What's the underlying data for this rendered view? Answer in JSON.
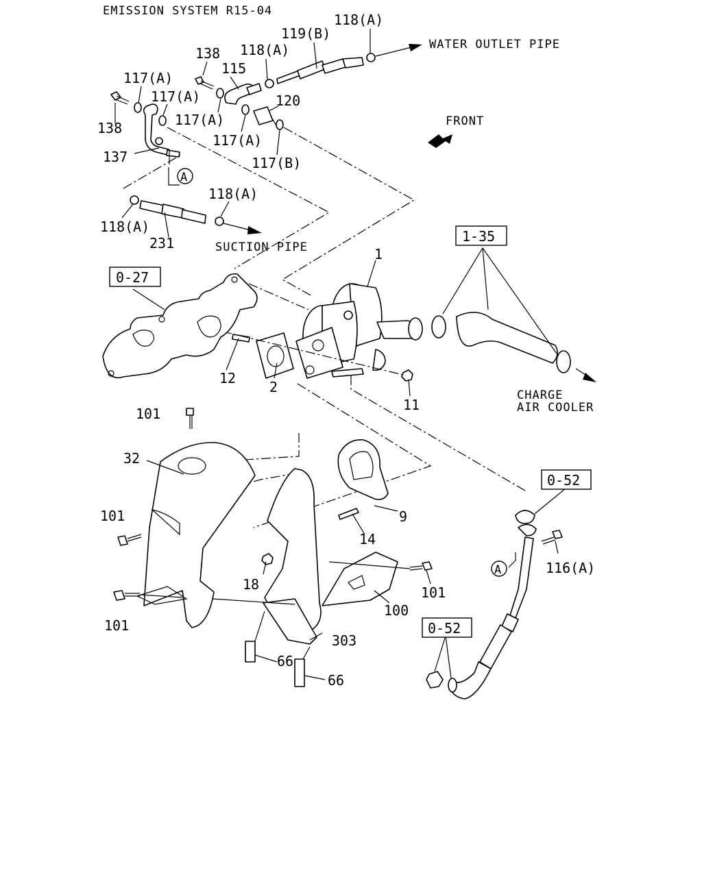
{
  "header": {
    "title": "EMISSION SYSTEM R15-04"
  },
  "directions": {
    "water_outlet": "WATER OUTLET PIPE",
    "suction": "SUCTION PIPE",
    "front": "FRONT",
    "charge_line1": "CHARGE",
    "charge_line2": "AIR COOLER"
  },
  "callouts": {
    "c118a_top": "118(A)",
    "c119b": "119(B)",
    "c138_top": "138",
    "c118a_mid": "118(A)",
    "c115": "115",
    "c117a_1": "117(A)",
    "c117a_2": "117(A)",
    "c117a_3": "117(A)",
    "c120": "120",
    "c138_left": "138",
    "c117a_4": "117(A)",
    "c117b": "117(B)",
    "c137": "137",
    "c118a_r": "118(A)",
    "c118a_l": "118(A)",
    "c231": "231",
    "c1": "1",
    "c12": "12",
    "c2": "2",
    "c11": "11",
    "c101_top": "101",
    "c32": "32",
    "c101_left": "101",
    "c9": "9",
    "c14": "14",
    "c18": "18",
    "c101_mid": "101",
    "c100": "100",
    "c101_bot": "101",
    "c303": "303",
    "c66_a": "66",
    "c66_b": "66",
    "c116a": "116(A)"
  },
  "refs": {
    "r135": "1-35",
    "r027": "0-27",
    "r052_a": "0-52",
    "r052_b": "0-52"
  },
  "markers": {
    "a1": "A",
    "a2": "A"
  },
  "icons": {
    "front_arrow": "front-arrow-icon",
    "flow_arrow": "flow-arrow-icon"
  }
}
